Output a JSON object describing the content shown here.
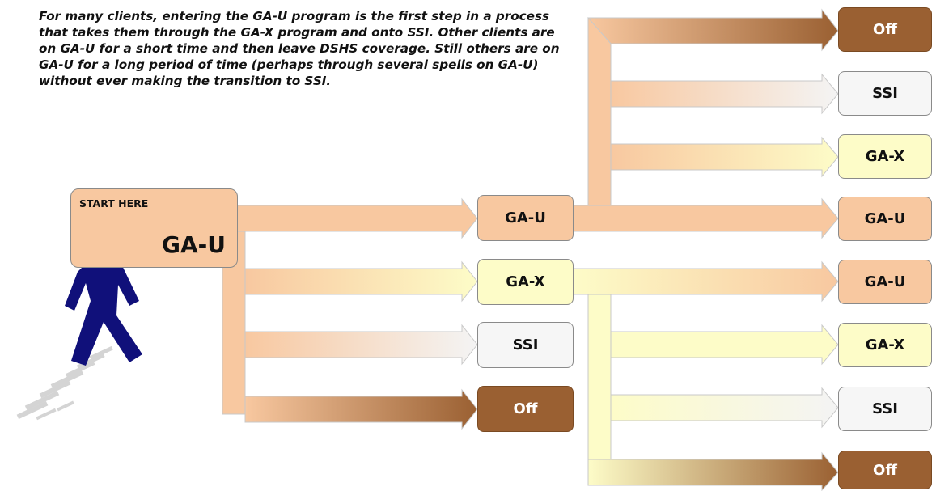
{
  "intro_text": "For many clients, entering the GA-U program is the first step in a process that takes them through the GA-X program and onto SSI. Other clients are on GA-U for a short time and then leave DSHS coverage. Still others are on GA-U for a long period of time (perhaps through several spells on GA-U) without ever making the transition to SSI.",
  "start": {
    "label": "START HERE",
    "program": "GA-U"
  },
  "middle": [
    {
      "label": "GA-U",
      "kind": "gau"
    },
    {
      "label": "GA-X",
      "kind": "gax"
    },
    {
      "label": "SSI",
      "kind": "ssi"
    },
    {
      "label": "Off",
      "kind": "off"
    }
  ],
  "right_from_gau": [
    {
      "label": "Off",
      "kind": "off"
    },
    {
      "label": "SSI",
      "kind": "ssi"
    },
    {
      "label": "GA-X",
      "kind": "gax"
    },
    {
      "label": "GA-U",
      "kind": "gau"
    }
  ],
  "right_from_gax": [
    {
      "label": "GA-U",
      "kind": "gau"
    },
    {
      "label": "GA-X",
      "kind": "gax"
    },
    {
      "label": "SSI",
      "kind": "ssi"
    },
    {
      "label": "Off",
      "kind": "off"
    }
  ],
  "colors": {
    "gau_fill": "#f8c8a0",
    "gax_fill": "#fdfcc8",
    "ssi_fill": "#f6f6f6",
    "off_fill": "#9a6032",
    "person": "#10107a",
    "arrow_stroke": "#c8c8c8"
  },
  "icons": [
    "walking-person-icon",
    "footprints-icon"
  ]
}
